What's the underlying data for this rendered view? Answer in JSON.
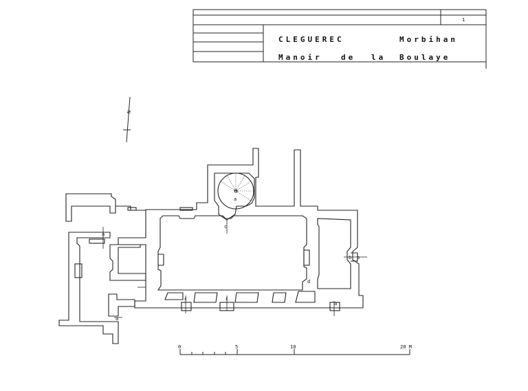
{
  "cartouche": {
    "sheet_number": "1",
    "commune": "CLEGUEREC",
    "departement": "Morbihan",
    "edifice_words": [
      "Manoir",
      "de",
      "la",
      "Boulaye"
    ]
  },
  "north_arrow": {
    "label": "N"
  },
  "scale_bar": {
    "ticks": [
      "0",
      "5",
      "10",
      "20 M"
    ]
  },
  "plan_marks": {
    "section_letters": [
      "b",
      "b",
      "c",
      "c",
      "a"
    ],
    "small_labels": [
      "a",
      "d",
      "a",
      "c",
      "a"
    ]
  }
}
